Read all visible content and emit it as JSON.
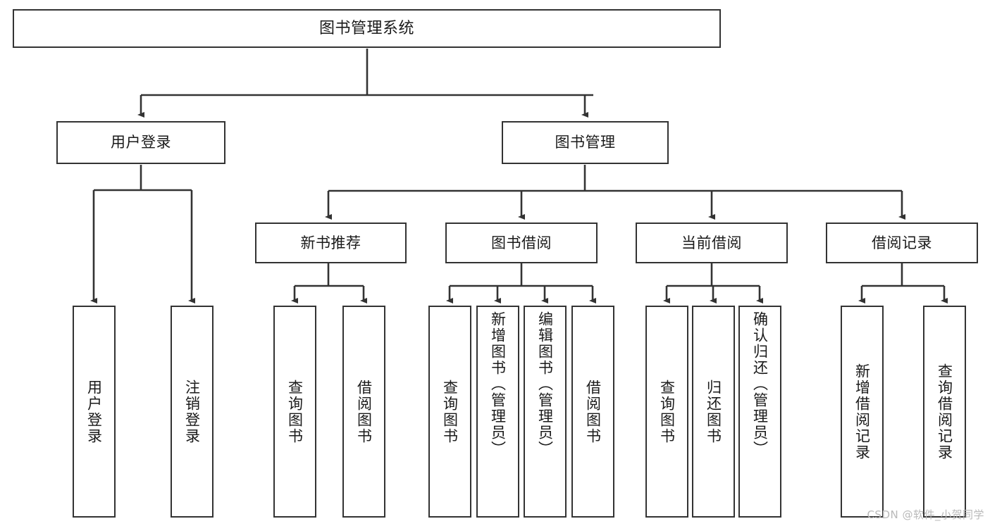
{
  "diagram": {
    "title": "图书管理系统",
    "type": "hierarchy-tree",
    "colors": {
      "box_border": "#333333",
      "box_fill": "#ffffff",
      "edge": "#333333",
      "text": "#1a1a1a",
      "watermark": "#b9b9b9"
    },
    "levels": {
      "root": {
        "label": "图书管理系统"
      },
      "level2": [
        {
          "label": "用户登录"
        },
        {
          "label": "图书管理"
        }
      ],
      "level3": [
        {
          "label": "新书推荐"
        },
        {
          "label": "图书借阅"
        },
        {
          "label": "当前借阅"
        },
        {
          "label": "借阅记录"
        }
      ],
      "leaves": {
        "user_login": [
          {
            "label": "用户登录"
          },
          {
            "label": "注销登录"
          }
        ],
        "new_book": [
          {
            "label": "查询图书"
          },
          {
            "label": "借阅图书"
          }
        ],
        "book_borrow": [
          {
            "label": "查询图书"
          },
          {
            "label": "新增图书（管理员）"
          },
          {
            "label": "编辑图书（管理员）"
          },
          {
            "label": "借阅图书"
          }
        ],
        "current_borrow": [
          {
            "label": "查询图书"
          },
          {
            "label": "归还图书"
          },
          {
            "label": "确认归还（管理员）"
          }
        ],
        "borrow_record": [
          {
            "label": "新增借阅记录"
          },
          {
            "label": "查询借阅记录"
          }
        ]
      }
    }
  },
  "watermark": {
    "text": "CSDN @软件_小贺同学"
  }
}
